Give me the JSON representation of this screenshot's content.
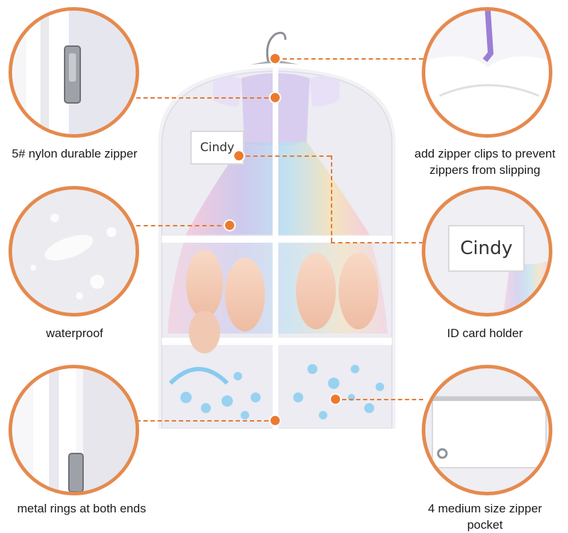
{
  "features": {
    "zipper": "5# nylon durable zipper",
    "clips_line1": "add zipper clips to prevent",
    "clips_line2": "zippers from slipping",
    "waterproof": "waterproof",
    "id_holder": "ID card holder",
    "rings": "metal rings at both ends",
    "pocket_line1": "4 medium size zipper",
    "pocket_line2": "pocket"
  },
  "id_card_text": "Cindy",
  "colors": {
    "accent": "#e58a4e",
    "dot": "#ec7a2e",
    "bag_edge": "#ffffff",
    "dress_purple": "#c9b8e6"
  }
}
